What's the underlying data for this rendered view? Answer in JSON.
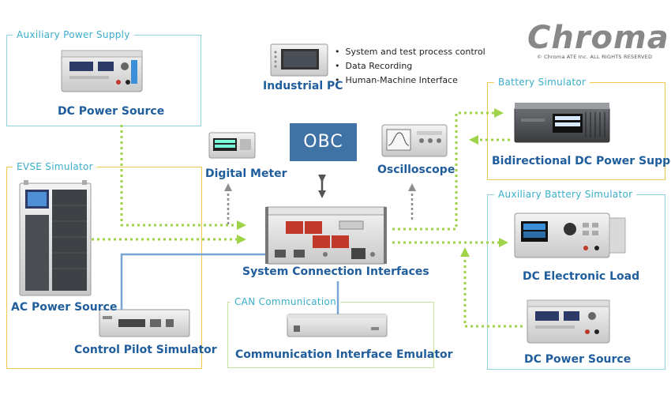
{
  "brand": {
    "logo": "Chroma",
    "copyright": "© Chroma ATE Inc. ALL RIGHTS RESERVED"
  },
  "groups": {
    "auxiliary_power_supply": "Auxiliary Power Supply",
    "evse_simulator": "EVSE Simulator",
    "can_communication": "CAN Communication",
    "battery_simulator": "Battery Simulator",
    "auxiliary_battery_simulator": "Auxiliary Battery Simulator"
  },
  "devices": {
    "dc_power_source_top": "DC Power Source",
    "industrial_pc": "Industrial PC",
    "obc": "OBC",
    "digital_meter": "Digital Meter",
    "oscilloscope": "Oscilloscope",
    "system_connection_interfaces": "System Connection Interfaces",
    "ac_power_source": "AC Power Source",
    "control_pilot_simulator": "Control Pilot Simulator",
    "communication_interface_emulator": "Communication Interface Emulator",
    "bidirectional_dc_power_supply": "Bidirectional DC Power Supply",
    "dc_electronic_load": "DC Electronic Load",
    "dc_power_source_bottom": "DC Power Source"
  },
  "industrial_pc_features": [
    "System and test process control",
    "Data Recording",
    "Human-Machine Interface"
  ],
  "colors": {
    "power_line": "#9fd44a",
    "signal_line": "#8e8e8e",
    "comm_line": "#7aa6d6",
    "label_blue": "#1f5d9c",
    "obc_fill": "#3f73a5",
    "frame_cyan": "#8fd3e0",
    "frame_yellow": "#f2c94c",
    "frame_green": "#c7e59a"
  }
}
